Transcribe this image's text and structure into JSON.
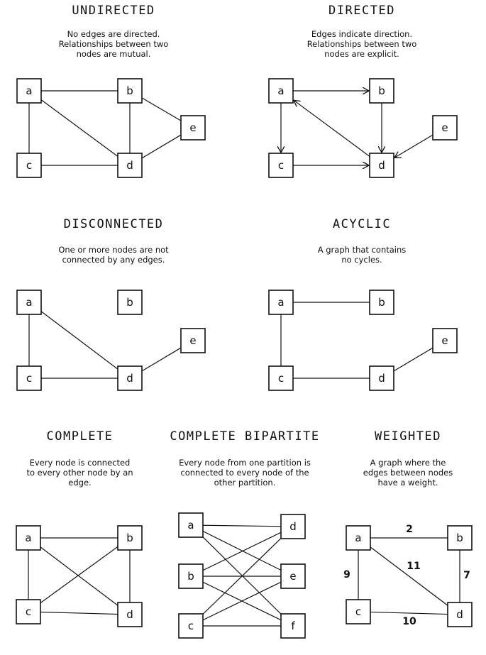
{
  "panels": [
    {
      "id": "undirected",
      "title": "UNDIRECTED",
      "description": [
        "No edges are directed.",
        "Relationships between two",
        "nodes are mutual."
      ],
      "nodes": [
        "a",
        "b",
        "c",
        "d",
        "e"
      ],
      "edges": [
        [
          "a",
          "b"
        ],
        [
          "a",
          "c"
        ],
        [
          "a",
          "d"
        ],
        [
          "b",
          "d"
        ],
        [
          "b",
          "e"
        ],
        [
          "c",
          "d"
        ],
        [
          "d",
          "e"
        ]
      ],
      "directed": false
    },
    {
      "id": "directed",
      "title": "DIRECTED",
      "description": [
        "Edges indicate direction.",
        "Relationships between two",
        "nodes are explicit."
      ],
      "nodes": [
        "a",
        "b",
        "c",
        "d",
        "e"
      ],
      "edges": [
        [
          "a",
          "b"
        ],
        [
          "a",
          "c"
        ],
        [
          "d",
          "a"
        ],
        [
          "b",
          "d"
        ],
        [
          "c",
          "d"
        ],
        [
          "e",
          "d"
        ]
      ],
      "directed": true
    },
    {
      "id": "disconnected",
      "title": "DISCONNECTED",
      "description": [
        "One or more nodes are not",
        "connected by any edges."
      ],
      "nodes": [
        "a",
        "b",
        "c",
        "d",
        "e"
      ],
      "edges": [
        [
          "a",
          "c"
        ],
        [
          "a",
          "d"
        ],
        [
          "c",
          "d"
        ],
        [
          "d",
          "e"
        ]
      ],
      "directed": false
    },
    {
      "id": "acyclic",
      "title": "ACYCLIC",
      "description": [
        "A graph that contains",
        "no cycles."
      ],
      "nodes": [
        "a",
        "b",
        "c",
        "d",
        "e"
      ],
      "edges": [
        [
          "a",
          "b"
        ],
        [
          "a",
          "c"
        ],
        [
          "c",
          "d"
        ],
        [
          "d",
          "e"
        ]
      ],
      "directed": false
    },
    {
      "id": "complete",
      "title": "COMPLETE",
      "description": [
        "Every node is connected",
        "to every other node by an",
        "edge."
      ],
      "nodes": [
        "a",
        "b",
        "c",
        "d"
      ],
      "edges": [
        [
          "a",
          "b"
        ],
        [
          "a",
          "c"
        ],
        [
          "a",
          "d"
        ],
        [
          "b",
          "c"
        ],
        [
          "b",
          "d"
        ],
        [
          "c",
          "d"
        ]
      ],
      "directed": false
    },
    {
      "id": "bipartite",
      "title": "COMPLETE BIPARTITE",
      "description": [
        "Every node from one partition is",
        "connected to every node of the",
        "other partition."
      ],
      "nodes": [
        "a",
        "b",
        "c",
        "d",
        "e",
        "f"
      ],
      "edges": [
        [
          "a",
          "d"
        ],
        [
          "a",
          "e"
        ],
        [
          "a",
          "f"
        ],
        [
          "b",
          "d"
        ],
        [
          "b",
          "e"
        ],
        [
          "b",
          "f"
        ],
        [
          "c",
          "d"
        ],
        [
          "c",
          "e"
        ],
        [
          "c",
          "f"
        ]
      ],
      "directed": false
    },
    {
      "id": "weighted",
      "title": "WEIGHTED",
      "description": [
        "A graph where the",
        "edges between nodes",
        "have a weight."
      ],
      "nodes": [
        "a",
        "b",
        "c",
        "d"
      ],
      "edges": [
        [
          "a",
          "b",
          "2"
        ],
        [
          "a",
          "c",
          "9"
        ],
        [
          "a",
          "d",
          "11"
        ],
        [
          "b",
          "d",
          "7"
        ],
        [
          "c",
          "d",
          "10"
        ]
      ],
      "directed": false
    }
  ]
}
